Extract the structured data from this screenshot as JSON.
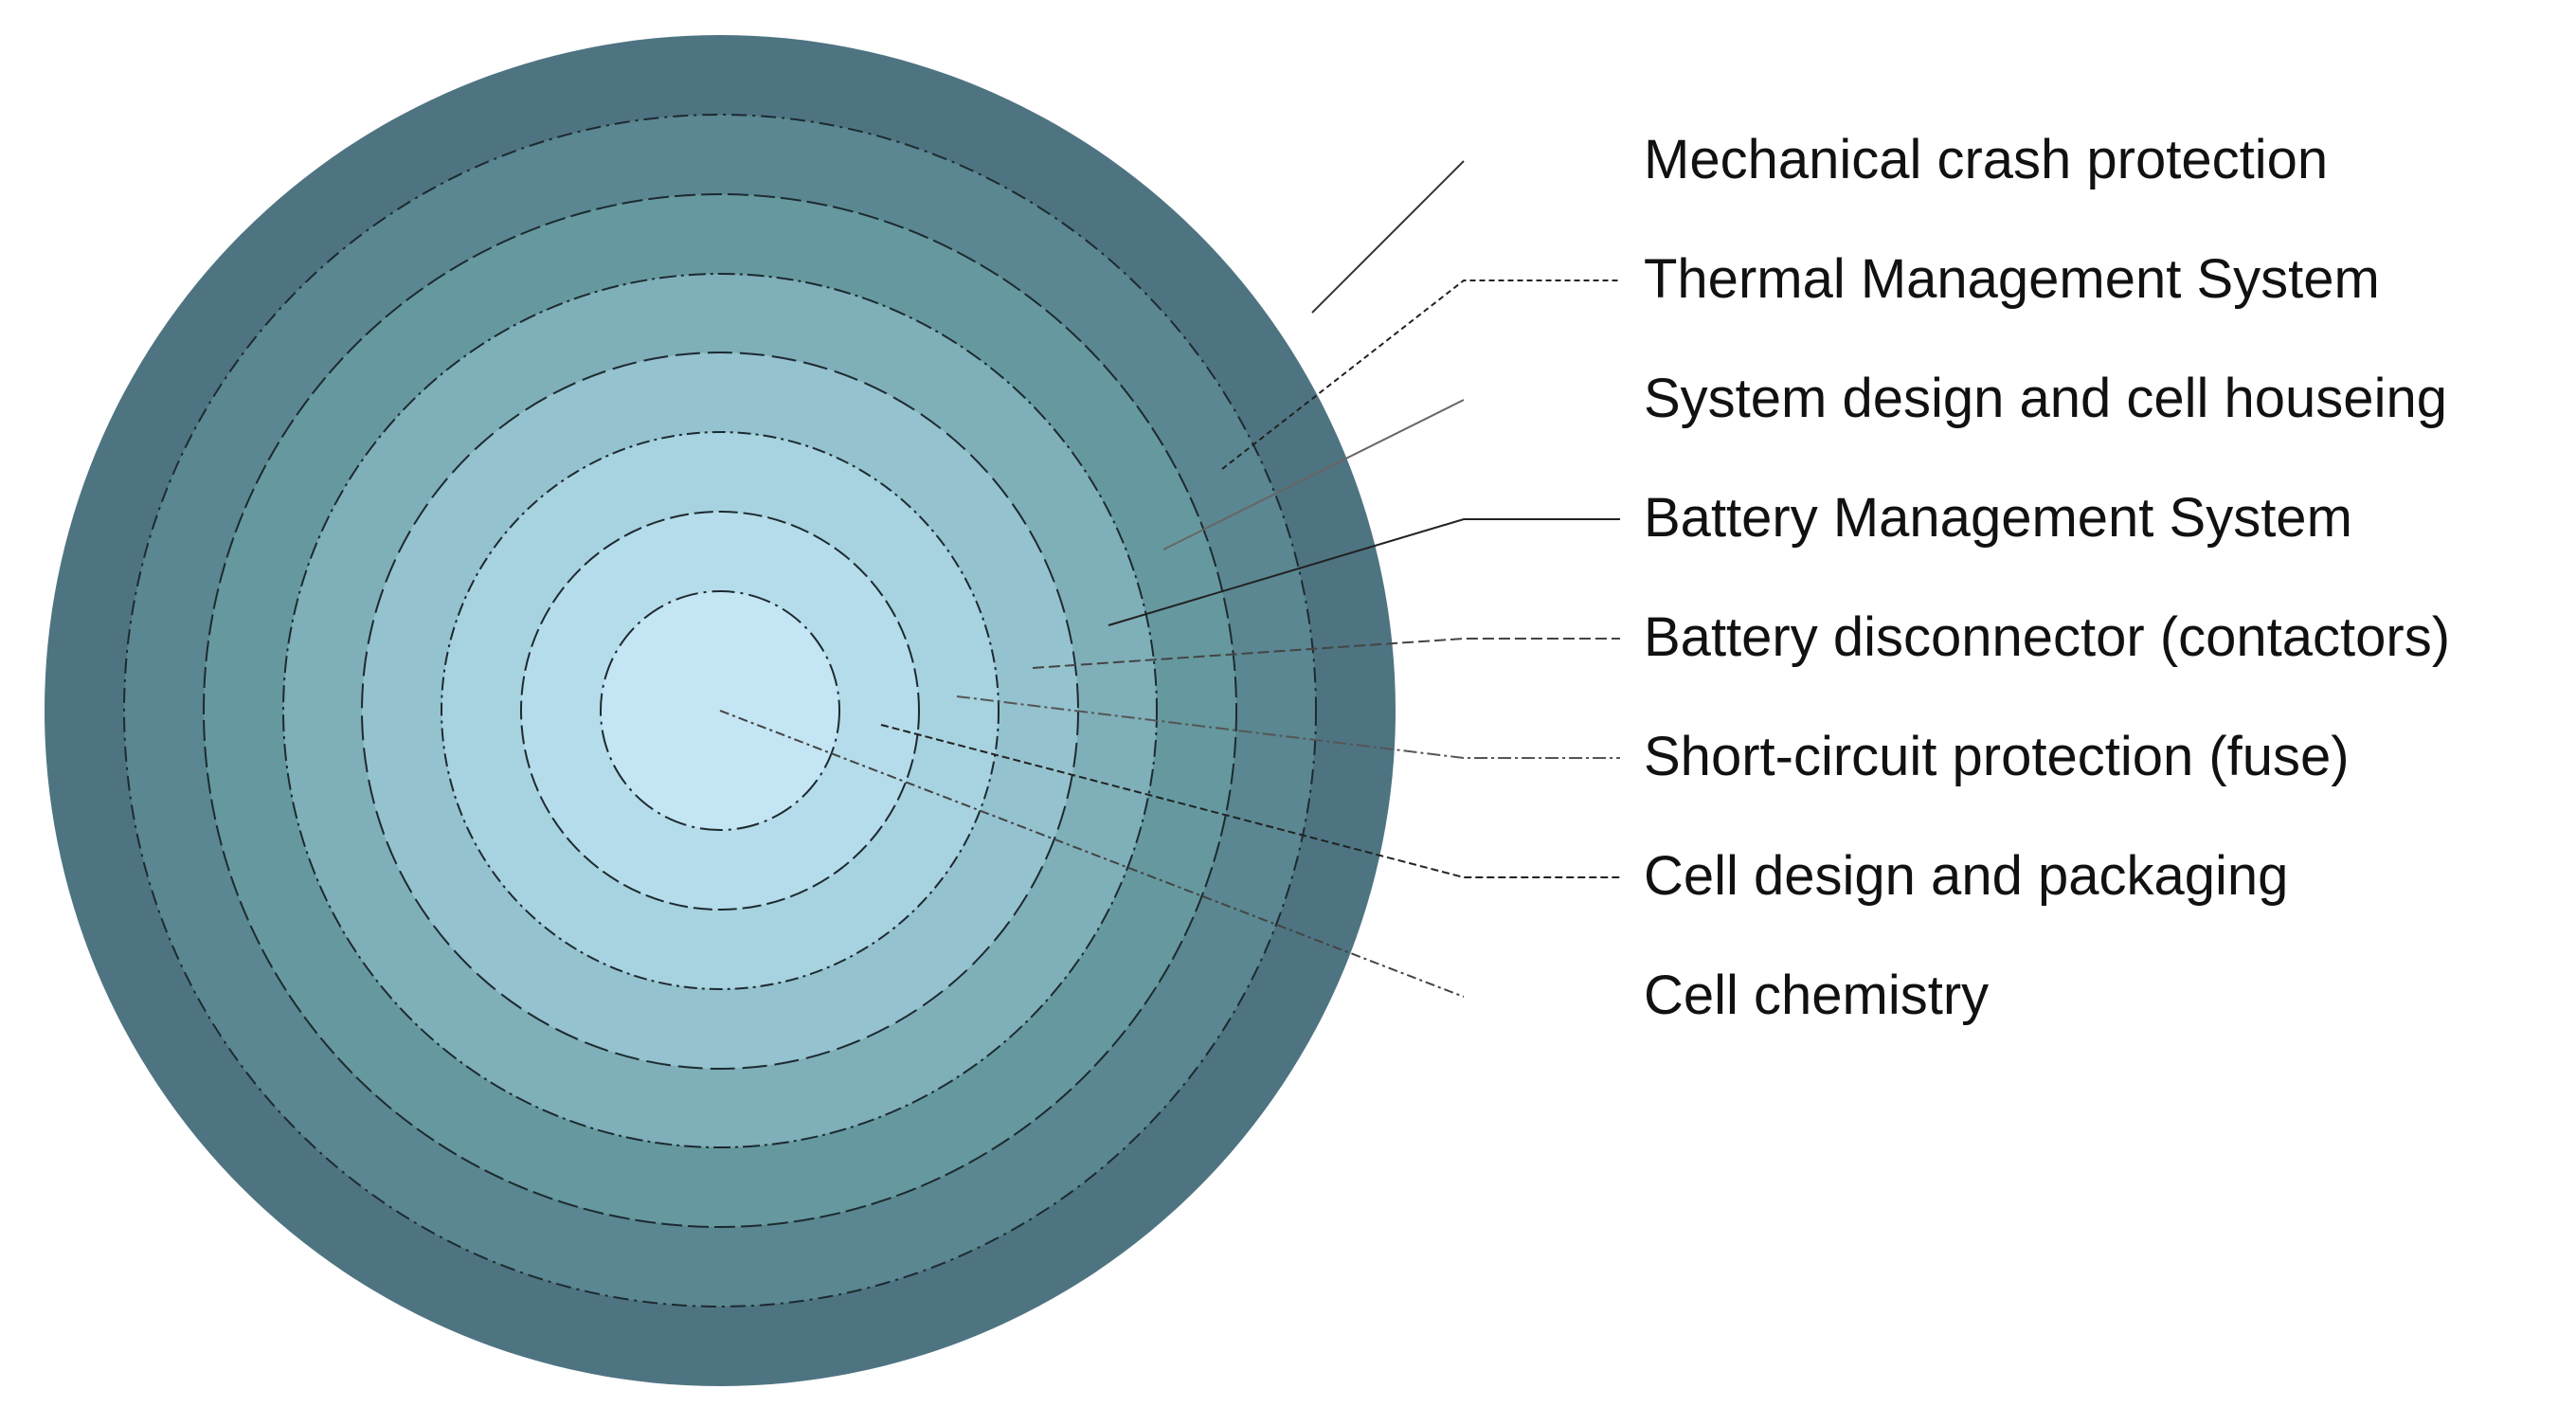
{
  "diagram": {
    "layers": [
      {
        "label": "Mechanical crash protection",
        "color": "#4e7482"
      },
      {
        "label": "Thermal Management System",
        "color": "#5a8791"
      },
      {
        "label": "System design and cell houseing",
        "color": "#65999f"
      },
      {
        "label": "Battery Management System",
        "color": "#7fafb9"
      },
      {
        "label": "Battery disconnector (contactors)",
        "color": "#94c2ce"
      },
      {
        "label": "Short-circuit protection (fuse)",
        "color": "#a7d2df"
      },
      {
        "label": "Cell design and packaging",
        "color": "#b5dcea"
      },
      {
        "label": "Cell chemistry",
        "color": "#c4e5f3"
      }
    ]
  }
}
